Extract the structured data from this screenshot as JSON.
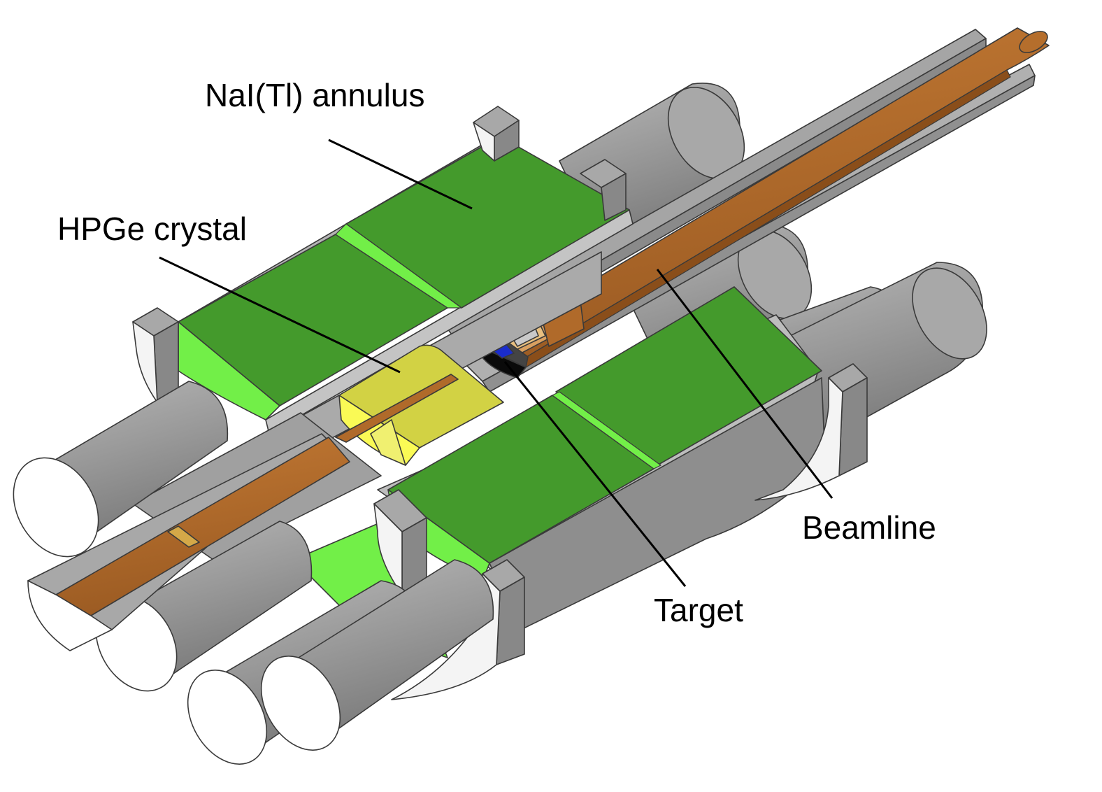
{
  "labels": {
    "nai_annulus": "NaI(Tl) annulus",
    "hpge_crystal": "HPGe crystal",
    "beamline": "Beamline",
    "target": "Target"
  },
  "colors": {
    "nai_green": "#449a2c",
    "nai_light_green": "#72ef48",
    "hpge_yellow": "#d2d244",
    "hpge_light_yellow": "#fafa55",
    "copper": "#aa6628",
    "gray_housing": "#9a9a9a",
    "gray_dark": "#6e6e6e",
    "tube_face": "#ffffff",
    "target_blue": "#1a2ccc",
    "target_black": "#0a0a0a"
  }
}
